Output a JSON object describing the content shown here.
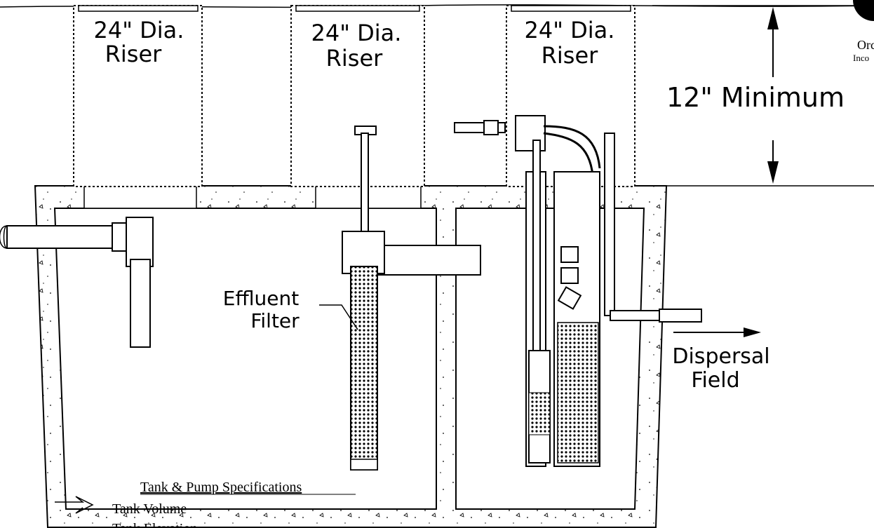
{
  "risers": [
    {
      "line1": "24\" Dia.",
      "line2": "Riser"
    },
    {
      "line1": "24\" Dia.",
      "line2": "Riser"
    },
    {
      "line1": "24\" Dia.",
      "line2": "Riser"
    }
  ],
  "dimension_label": "12\"  Minimum",
  "filter_label": {
    "line1": "Effluent",
    "line2": "Filter"
  },
  "dispersal_label": {
    "line1": "Dispersal",
    "line2": "Field"
  },
  "specs": {
    "heading": "Tank & Pump Specifications",
    "items": [
      "Tank Volume",
      "Tank Elevation"
    ]
  },
  "logo_text": {
    "line1": "Orc",
    "line2": "Inco"
  }
}
